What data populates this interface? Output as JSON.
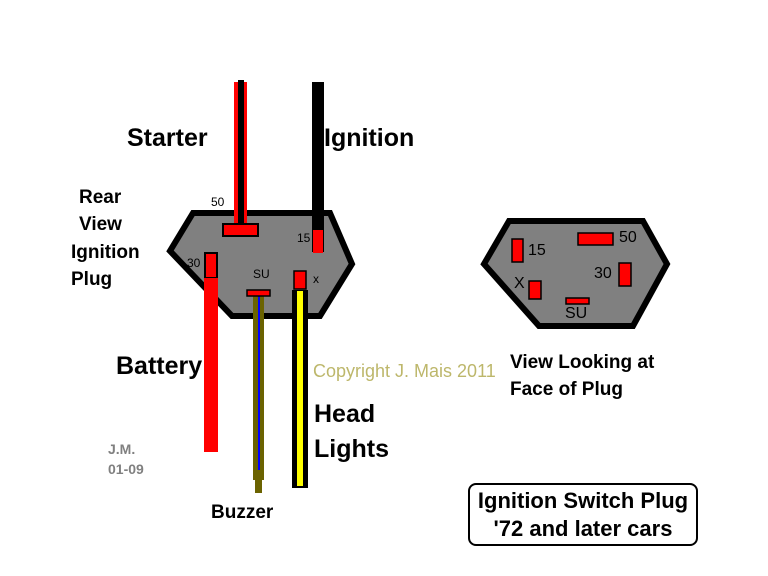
{
  "labels": {
    "starter": "Starter",
    "ignition": "Ignition",
    "rear_view": [
      "Rear",
      "View",
      "Ignition",
      "Plug"
    ],
    "battery": "Battery",
    "head_lights": [
      "Head",
      "Lights"
    ],
    "buzzer": "Buzzer",
    "author": [
      "J.M.",
      "01-09"
    ],
    "copyright": "Copyright J. Mais 2011",
    "face_view": [
      "View Looking at",
      "Face of Plug"
    ],
    "title": [
      "Ignition Switch Plug",
      "'72 and later cars"
    ]
  },
  "rear_pins": {
    "p50": "50",
    "p15": "15",
    "p30": "30",
    "su": "SU",
    "x": "x"
  },
  "face_pins": {
    "p15": "15",
    "p50": "50",
    "p30": "30",
    "x": "X",
    "su": "SU"
  },
  "colors": {
    "plug_body": "#808080",
    "terminal": "#ff0000",
    "wire_starter": "#ff0000",
    "wire_battery": "#ff0000",
    "wire_ignition": "#000000",
    "wire_headlights": "#ffff00",
    "wire_buzzer_outer": "#6b6300",
    "wire_buzzer_inner": "#0000ff",
    "copyright": "#bdb76b"
  }
}
